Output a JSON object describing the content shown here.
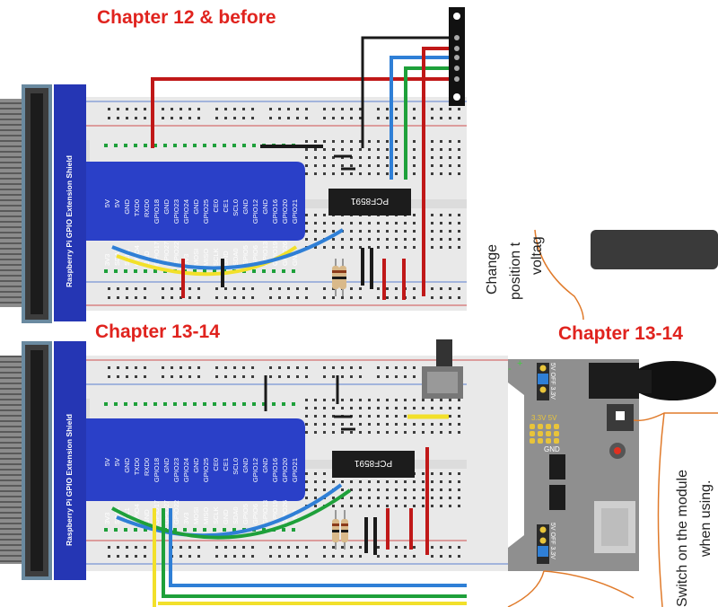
{
  "titles": {
    "top": "Chapter 12 & before",
    "bottom": "Chapter 13-14",
    "module": "Chapter 13-14"
  },
  "shield": {
    "name": "Raspberry Pi GPIO Extension Shield",
    "top_row": [
      "5V",
      "5V",
      "GND",
      "TXD0",
      "RXD0",
      "GPIO18",
      "GND",
      "GPIO23",
      "GPIO24",
      "GND",
      "GPIO25",
      "CE0",
      "CE1",
      "SCL0",
      "GND",
      "GPIO12",
      "GND",
      "GPIO16",
      "GPIO20",
      "GPIO21"
    ],
    "bottom_row": [
      "3V3",
      "SDA1",
      "SCL1",
      "GPIO4",
      "GND",
      "GPIO17",
      "GPIO27",
      "GPIO22",
      "3V3",
      "MOSI",
      "MISO",
      "SCLK",
      "GND",
      "SDA0",
      "GPIO5",
      "GPIO6",
      "GPIO13",
      "GPIO19",
      "GPIO26",
      "GND"
    ]
  },
  "chip": {
    "label": "PCF8591"
  },
  "module": {
    "note_change_1": "Change",
    "note_change_2": "position t",
    "note_change_3": "voltag",
    "note_switch_1": "Switch on the module",
    "note_switch_2": "when using.",
    "pin_label_top": "5V OFF 3.3V",
    "pin_label_bottom": "5V OFF 3.3V",
    "jumper_label": "3.3V  5V",
    "gnd_label": "GND",
    "plus": "+",
    "minus": "-"
  },
  "colors": {
    "title_red": "#e0231e",
    "shield_blue": "#2a40c8",
    "breadboard": "#e9e9e9",
    "wire_red": "#c01818",
    "wire_blue": "#2f7fd6",
    "wire_green": "#1ea03a",
    "wire_yellow": "#f2e02a",
    "wire_black": "#1a1a1a",
    "callout_orange": "#e07a2a"
  }
}
